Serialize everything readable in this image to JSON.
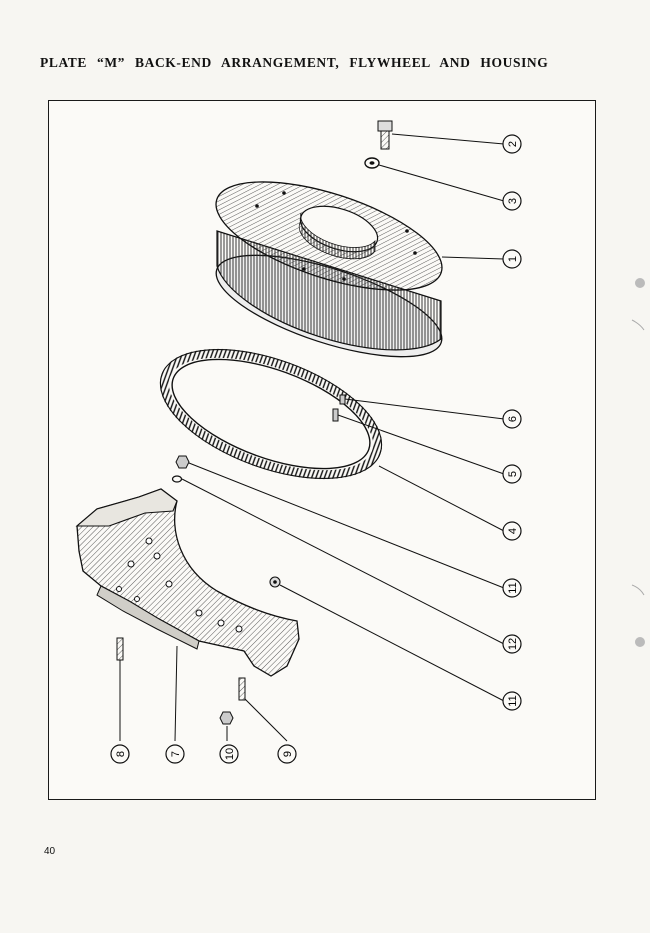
{
  "plate": {
    "title": "PLATE “M” BACK-END ARRANGEMENT, FLYWHEEL AND HOUSING"
  },
  "page_number": "40",
  "callouts": [
    {
      "id": "c2",
      "label": "2",
      "part": "bolt"
    },
    {
      "id": "c3",
      "label": "3",
      "part": "washer"
    },
    {
      "id": "c1",
      "label": "1",
      "part": "flywheel"
    },
    {
      "id": "c6",
      "label": "6",
      "part": "pin"
    },
    {
      "id": "c5",
      "label": "5",
      "part": "dowel"
    },
    {
      "id": "c4",
      "label": "4",
      "part": "starter-ring-gear"
    },
    {
      "id": "c11a",
      "label": "11",
      "part": "nut"
    },
    {
      "id": "c12",
      "label": "12",
      "part": "washer"
    },
    {
      "id": "c11b",
      "label": "11",
      "part": "nut"
    },
    {
      "id": "c8",
      "label": "8",
      "part": "stud"
    },
    {
      "id": "c7",
      "label": "7",
      "part": "flywheel-housing"
    },
    {
      "id": "c10",
      "label": "10",
      "part": "nut"
    },
    {
      "id": "c9",
      "label": "9",
      "part": "stud"
    }
  ]
}
